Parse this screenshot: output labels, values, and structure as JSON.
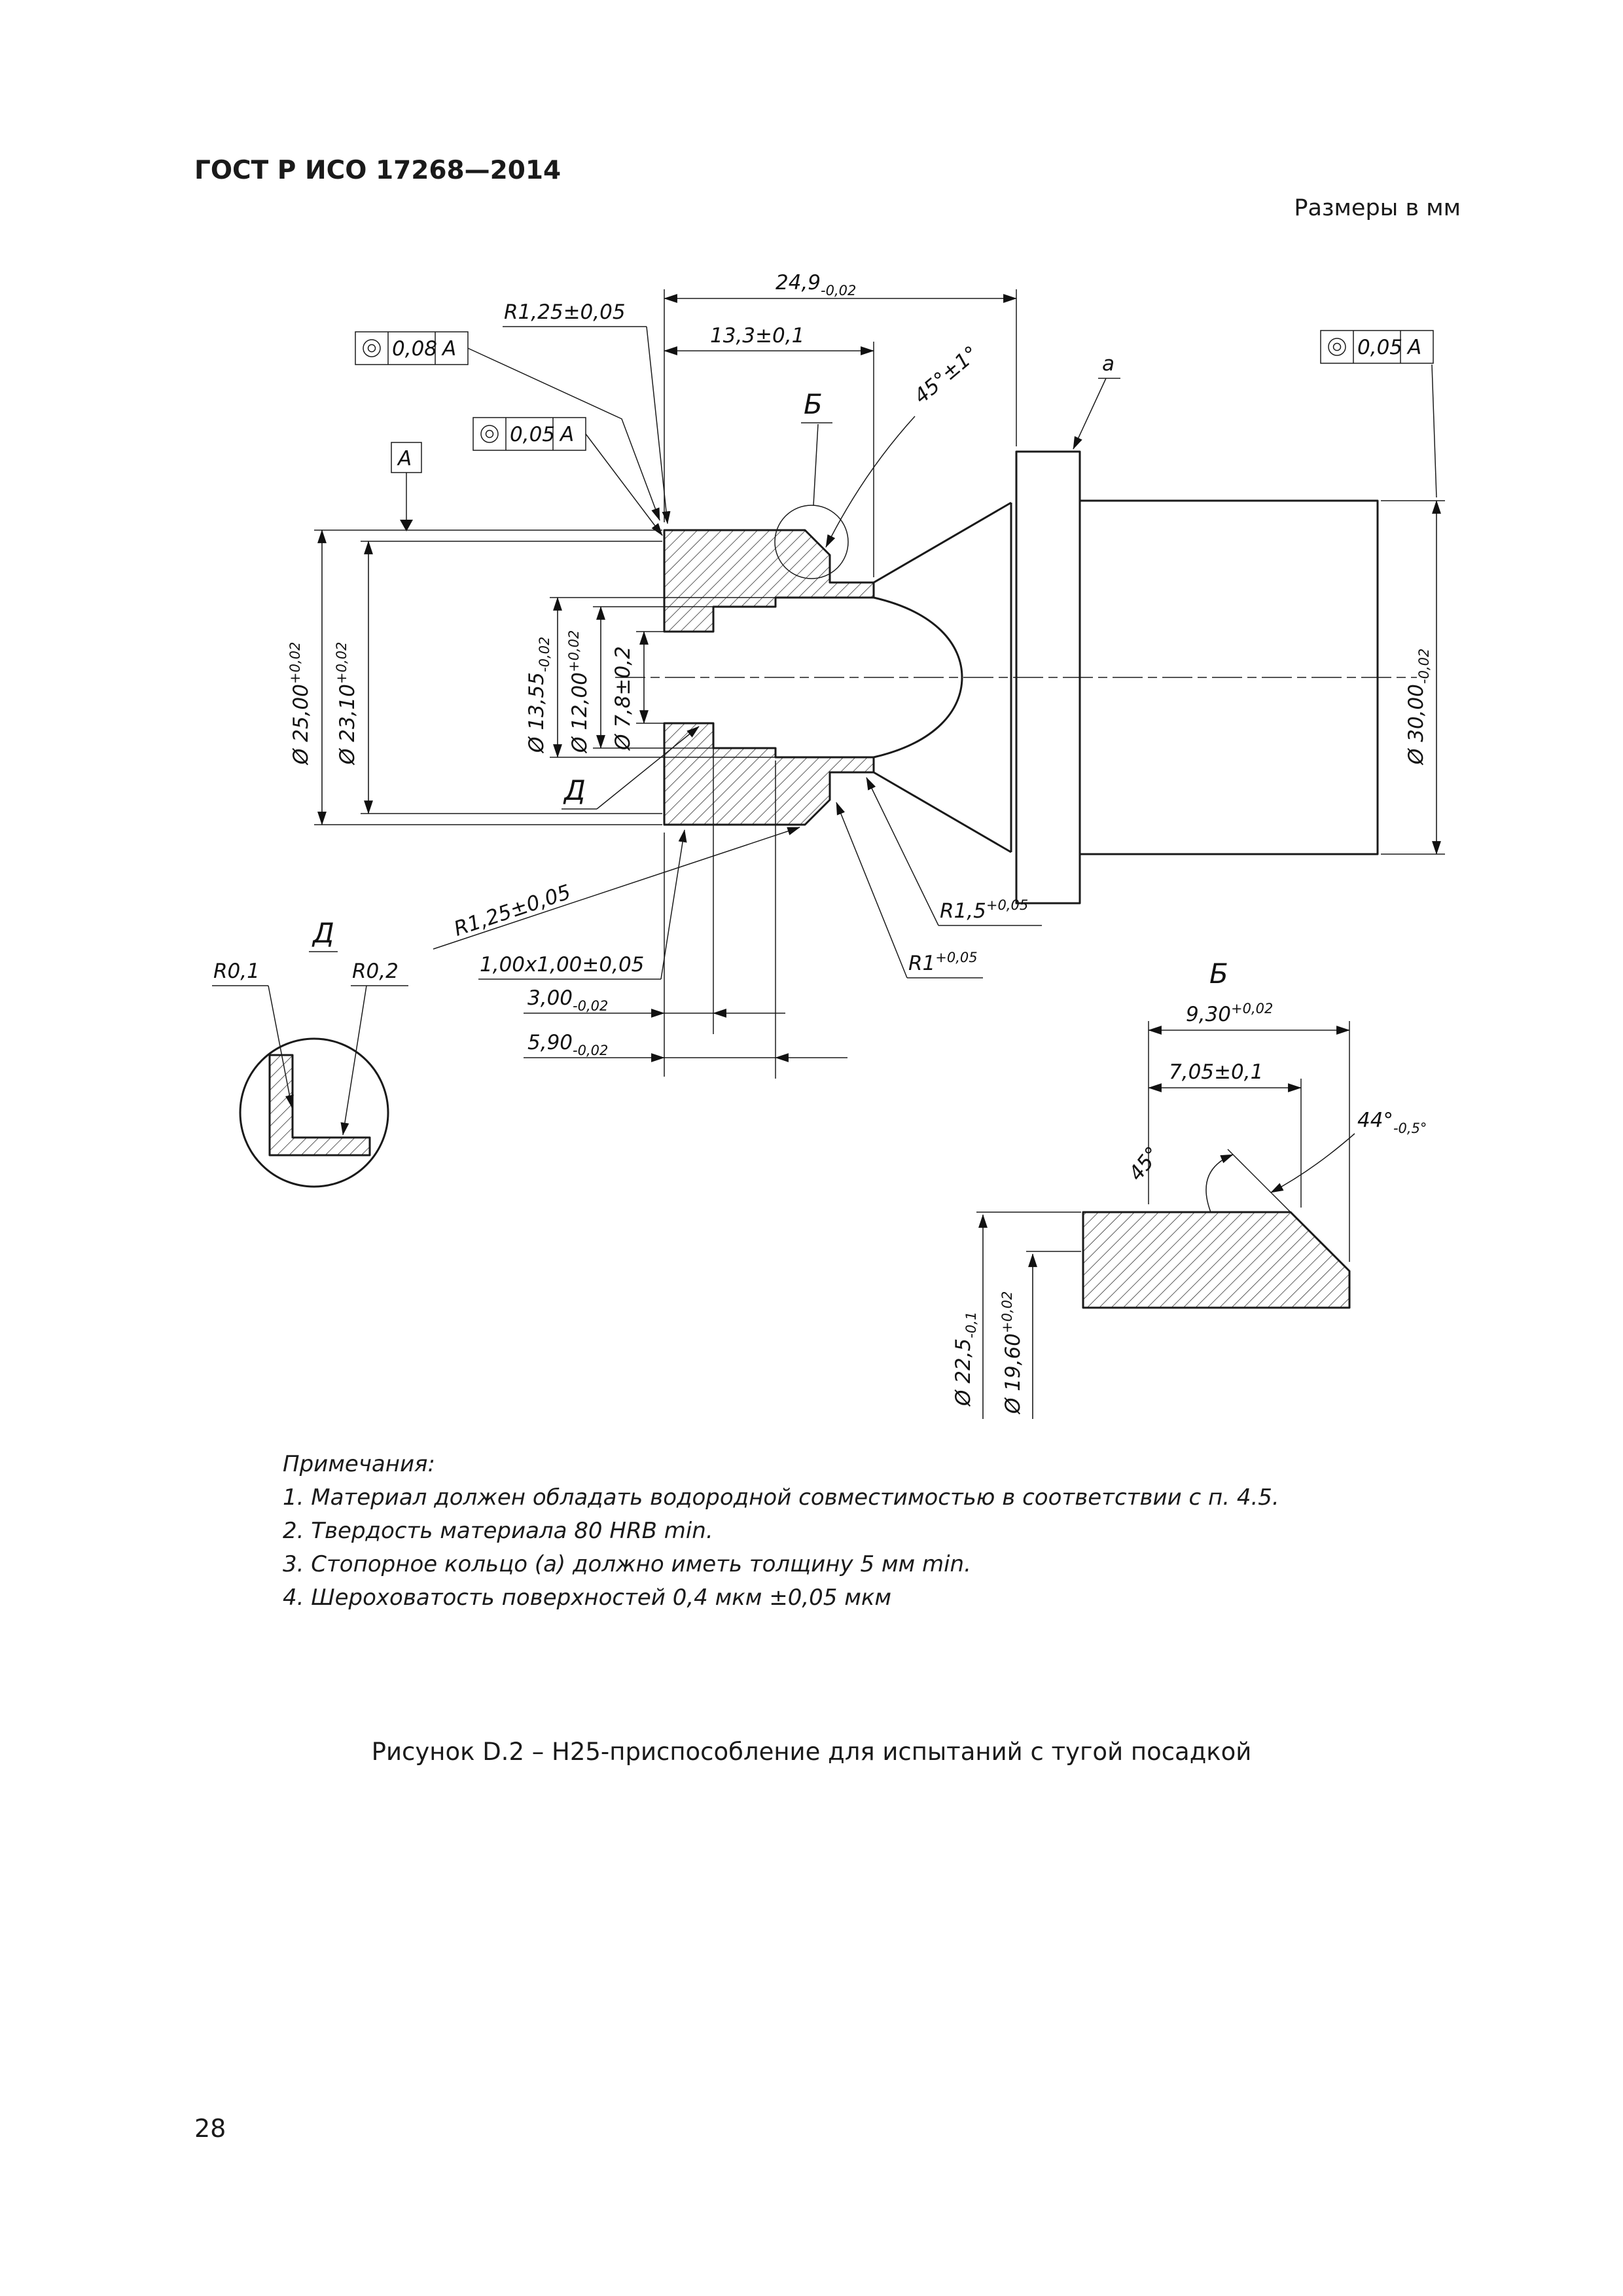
{
  "page": {
    "header": "ГОСТ Р ИСО 17268—2014",
    "units": "Размеры в мм",
    "number": "28",
    "caption": "Рисунок D.2 – Н25-приспособление для испытаний с тугой посадкой"
  },
  "notes": {
    "title": "Примечания:",
    "n1": "1. Материал должен обладать водородной совместимостью в соответствии с п. 4.5.",
    "n2": "2. Твердость материала 80 HRB min.",
    "n3": "3. Стопорное кольцо (а) должно иметь толщину 5 мм min.",
    "n4": "4.  Шероховатость  поверхностей  0,4 мкм ±0,05 мкм"
  },
  "frames": {
    "f1": {
      "val": "0,08",
      "ref": "A"
    },
    "f2": {
      "val": "0,05",
      "ref": "A"
    },
    "f3": {
      "val": "0,05",
      "ref": "A"
    },
    "datum": "A"
  },
  "labels": {
    "b_callout": "Б",
    "d_callout": "Д",
    "d_title": "Д",
    "b_title": "Б",
    "ring": "а"
  },
  "dims": {
    "len249": {
      "v": "24,9",
      "t": "-0,02"
    },
    "len133": {
      "v": "13,3±0,1"
    },
    "ang45": {
      "v": "45°±1°"
    },
    "r125top": {
      "v": "R1,25±0,05"
    },
    "d25": {
      "v": "Ø 25,00",
      "t": "+0,02"
    },
    "d231": {
      "v": "Ø 23,10",
      "t": "+0,02"
    },
    "d1355": {
      "v": "Ø 13,55",
      "t": "-0,02"
    },
    "d12": {
      "v": "Ø 12,00",
      "t": "+0,02"
    },
    "d78": {
      "v": "Ø 7,8±0,2"
    },
    "d30": {
      "v": "Ø 30,00",
      "t": "-0,02"
    },
    "r125bot": {
      "v": "R1,25±0,05"
    },
    "cham": {
      "v": "1,00x1,00±0,05"
    },
    "len3": {
      "v": "3,00",
      "t": "-0,02"
    },
    "len59": {
      "v": "5,90",
      "t": "-0,02"
    },
    "r15": {
      "v": "R1,5",
      "t": "+0,05"
    },
    "r1": {
      "v": "R1",
      "t": "+0,05"
    },
    "r01": {
      "v": "R0,1"
    },
    "r02": {
      "v": "R0,2"
    },
    "b930": {
      "v": "9,30",
      "t": "+0,02"
    },
    "b705": {
      "v": "7,05±0,1"
    },
    "b45": {
      "v": "45°"
    },
    "b44": {
      "v": "44°",
      "t": "-0,5°"
    },
    "bd225": {
      "v": "Ø 22,5",
      "t": "-0,1"
    },
    "bd196": {
      "v": "Ø 19,60",
      "t": "+0,02"
    }
  }
}
